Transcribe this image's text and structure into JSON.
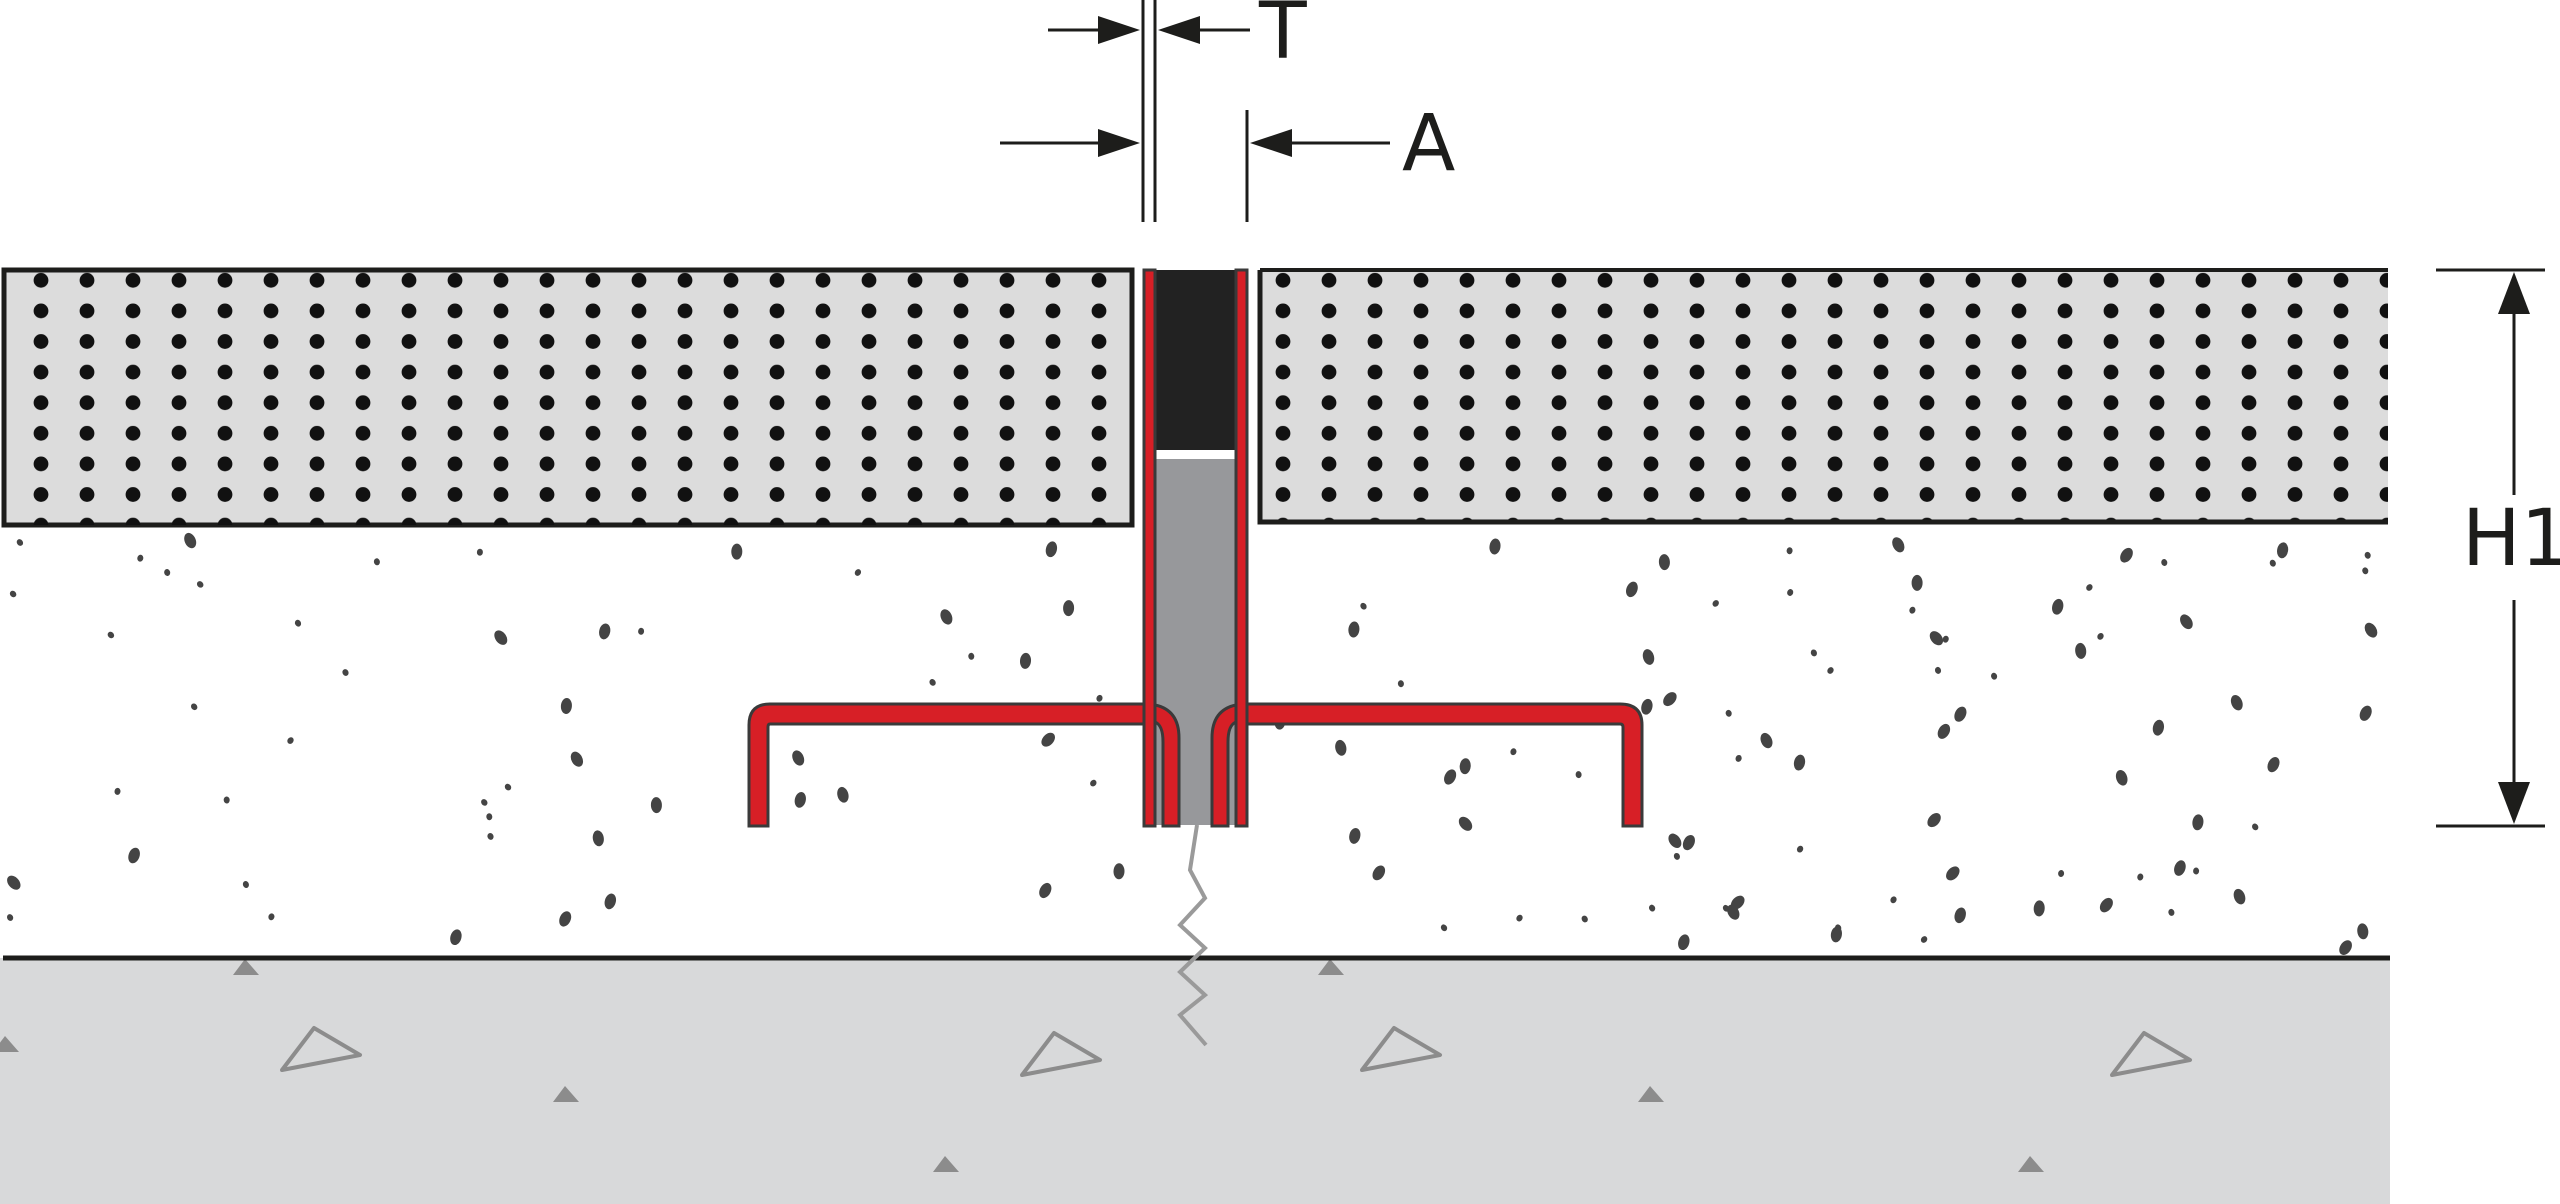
{
  "labels": {
    "thickness": "T",
    "joint_width": "A",
    "height": "H1"
  },
  "colors": {
    "profile_red": "#d71f26",
    "profile_outline": "#3a3a3a",
    "insert_black": "#222222",
    "insert_grey": "#97989b",
    "tile_fill": "#dcdcdc",
    "tile_dot": "#111111",
    "screed_speckle": "#444444",
    "substrate_fill": "#d8d9da",
    "aggregate_stroke": "#8c8c8c",
    "crack_stroke": "#9a9a9a",
    "line_dark": "#1d1d1b"
  }
}
